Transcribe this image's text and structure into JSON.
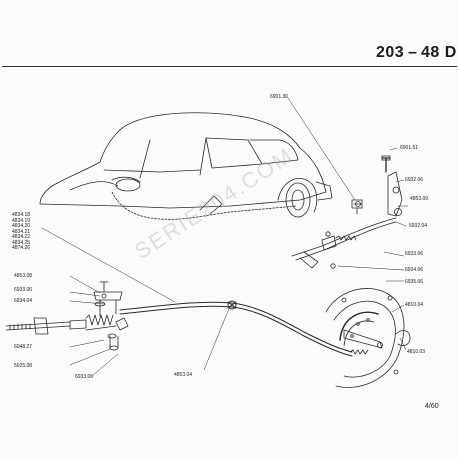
{
  "header": {
    "model": "203",
    "dash": "–",
    "section": "48 D"
  },
  "watermark": "SERIE204.COM",
  "page_number": "4/60",
  "callouts": {
    "c6901_30": "6901.30",
    "c6901_51": "6901.51",
    "c6932_06": "6932.06",
    "c4853_09": "4853.09",
    "c6932_04": "6932.04",
    "c6933_06_right": "6933.06",
    "c6934_06_right": "6934.06",
    "c6935_06_right": "6935.06",
    "c4810_04": "4810.04",
    "c4810_03": "4810.03",
    "c4853_08": "4853.08",
    "c6933_06_left": "6933.06",
    "c6934_04": "6934.04",
    "c6048_27": "6048.27",
    "c5025_08": "5025.08",
    "c6933_06_bottom": "6933.06",
    "c4853_04": "4853.04"
  },
  "cable_refs": [
    "4834.18",
    "4834.19",
    "4834.20",
    "4834.21",
    "4834.22",
    "4834.25",
    "4874.26"
  ]
}
